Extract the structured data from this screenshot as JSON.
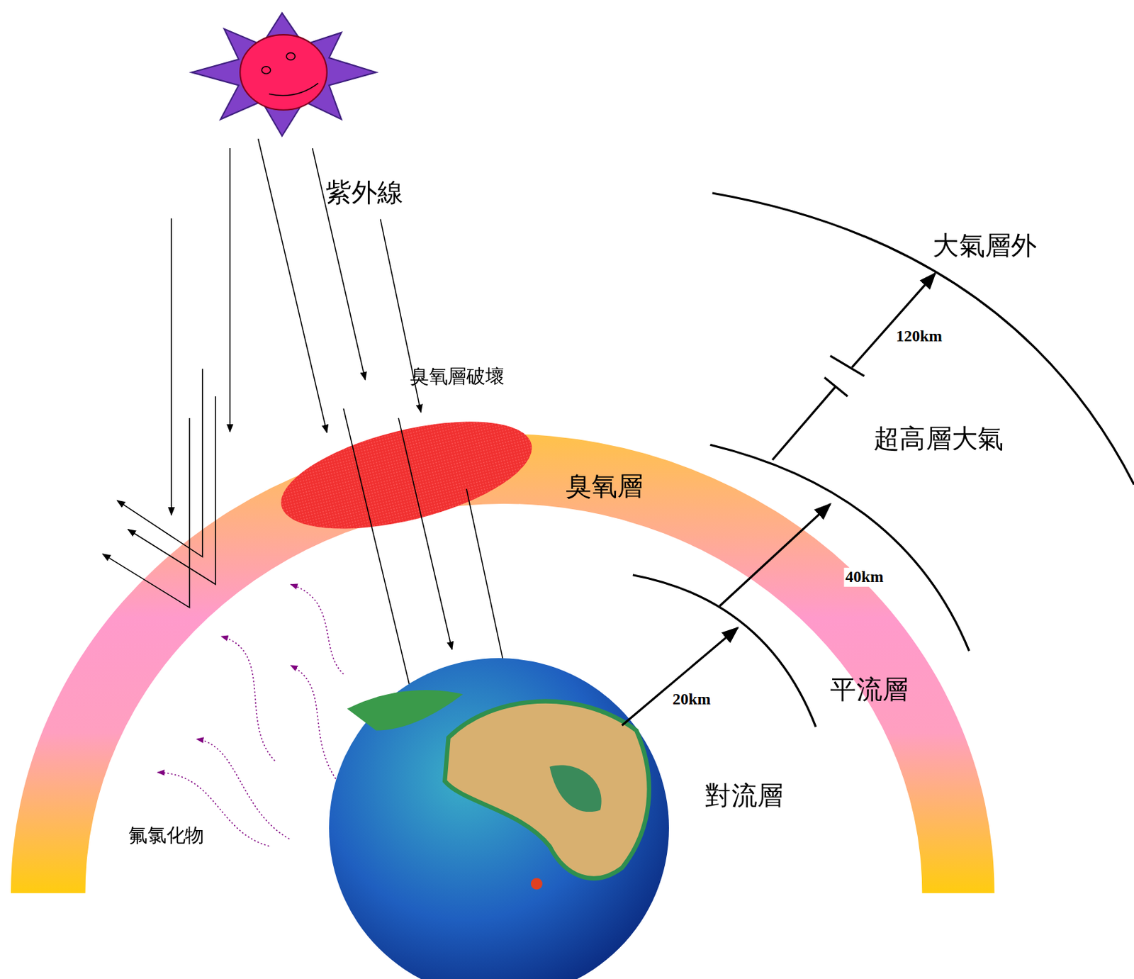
{
  "diagram": {
    "nodes": [
      {
        "text": [
          "臭氧層"
        ]
      }
    ],
    "labels": [
      "紫外線",
      "臭氧層破壞",
      "大氣層外",
      "120km",
      "超高層大氣",
      "40km",
      "平流層",
      "20km",
      "對流層",
      "氟氯化物"
    ]
  }
}
